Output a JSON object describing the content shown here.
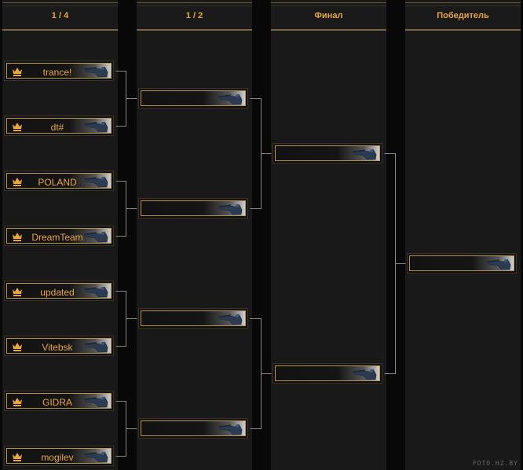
{
  "columns": [
    {
      "title": "1 / 4"
    },
    {
      "title": "1 / 2"
    },
    {
      "title": "Финал"
    },
    {
      "title": "Победитель"
    }
  ],
  "quarterfinal_teams": [
    "trance!",
    "dt#",
    "POLAND",
    "DreamTeam",
    "updated",
    "Vitebsk",
    "GIDRA",
    "mogilev"
  ],
  "semifinal_teams": [
    "",
    "",
    "",
    ""
  ],
  "final_teams": [
    "",
    ""
  ],
  "winner": [
    ""
  ],
  "icons": {
    "slot_left": "crown-icon",
    "slot_right": "sniper-soldier-icon"
  },
  "colors": {
    "accent": "#e8a640",
    "frame": "#b8954e",
    "background": "#191919"
  },
  "watermark": "FOTO.HZ.BY"
}
